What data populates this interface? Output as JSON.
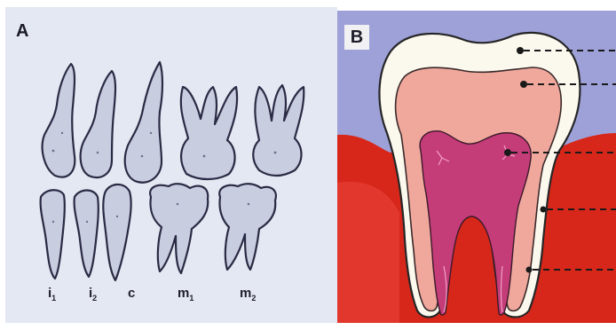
{
  "panels": {
    "a": {
      "label": "A"
    },
    "b": {
      "label": "B"
    }
  },
  "tooth_labels": [
    {
      "base": "i",
      "sub": "1"
    },
    {
      "base": "i",
      "sub": "2"
    },
    {
      "base": "c",
      "sub": ""
    },
    {
      "base": "m",
      "sub": "1"
    },
    {
      "base": "m",
      "sub": "2"
    }
  ],
  "colors": {
    "panel_a_bg": "#e4e8f2",
    "ink": "#2a2a44",
    "panel_b_bg": "#9da1d8",
    "gum": "#d7271a",
    "enamel": "#fbf8ee",
    "dentin": "#f0a89d",
    "pulp": "#c43c78"
  }
}
